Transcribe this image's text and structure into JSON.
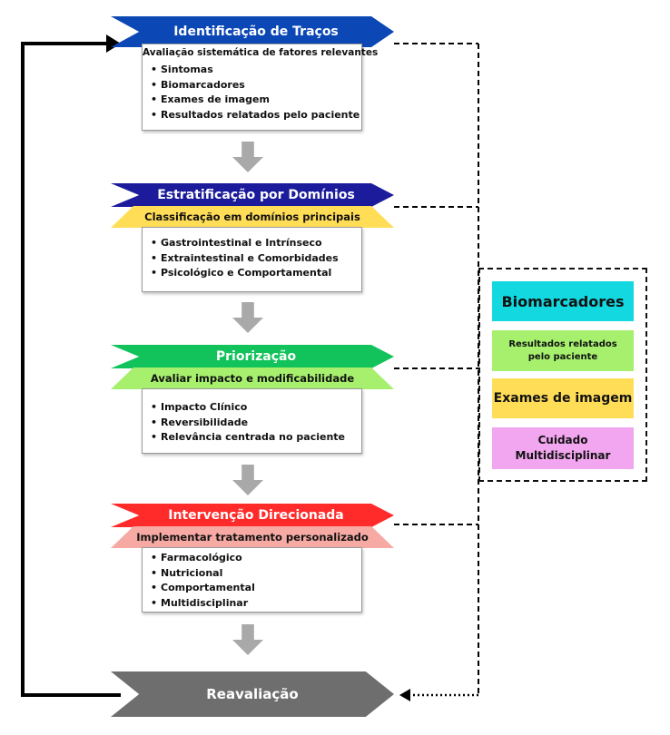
{
  "colors": {
    "blue": "#0b47b5",
    "navy": "#1b1b9c",
    "green": "#11c35a",
    "red": "#ff2b2b",
    "gray": "#6e6e6e",
    "yellow": "#ffdd57",
    "light_green": "#a6f06e",
    "salmon": "#f7aaa4",
    "cyan": "#13d8e0",
    "pink": "#f2a6ef"
  },
  "stages": [
    {
      "title": "Identificação de Traços",
      "description": "Avaliação sistemática de fatores relevantes",
      "items": [
        "Sintomas",
        "Biomarcadores",
        "Exames de imagem",
        "Resultados relatados pelo paciente"
      ]
    },
    {
      "title": "Estratificação por Domínios",
      "subtitle": "Classificação em domínios principais",
      "items": [
        "Gastrointestinal e Intrínseco",
        "Extraintestinal e Comorbidades",
        "Psicológico e Comportamental"
      ]
    },
    {
      "title": "Priorização",
      "subtitle": "Avaliar impacto e modificabilidade",
      "items": [
        "Impacto Clínico",
        "Reversibilidade",
        "Relevância centrada no paciente"
      ]
    },
    {
      "title": "Intervenção Direcionada",
      "subtitle": "Implementar tratamento personalizado",
      "items": [
        "Farmacológico",
        "Nutricional",
        "Comportamental",
        "Multidisciplinar"
      ]
    }
  ],
  "final_stage": {
    "title": "Reavaliação"
  },
  "legend": {
    "items": [
      "Biomarcadores",
      "Resultados relatados pelo paciente",
      "Exames de imagem",
      "Cuidado Multidisciplinar"
    ]
  }
}
